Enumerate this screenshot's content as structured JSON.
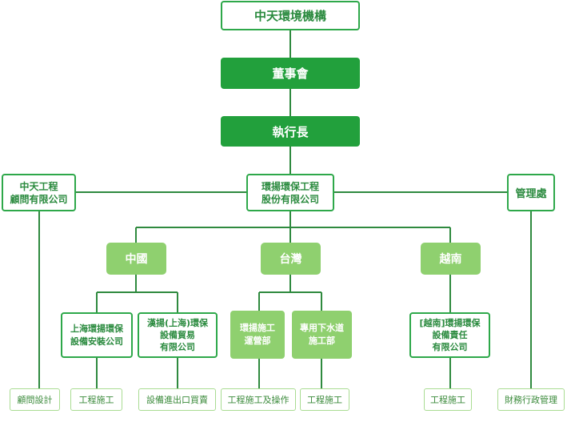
{
  "org": {
    "root": "中天環境機構",
    "board": "董事會",
    "ceo": "執行長",
    "consult_company": "中天工程\n顧問有限公司",
    "main_company": "環揚環保工程\n股份有限公司",
    "mgmt_office": "管理處",
    "china": "中國",
    "taiwan": "台灣",
    "vietnam": "越南",
    "shanghai_company": "上海環揚環保\n設備安裝公司",
    "hanyang_company": "漢揚(上海)環保\n設備貿易\n有限公司",
    "construction_dept": "環揚施工\n運營部",
    "sewer_dept": "專用下水道\n施工部",
    "vietnam_company": "[越南]環揚環保\n設備責任\n有限公司",
    "leaf_design": "顧問設計",
    "leaf_construction_1": "工程施工",
    "leaf_trade": "設備進出口買賣",
    "leaf_construction_ops": "工程施工及操作",
    "leaf_construction_2": "工程施工",
    "leaf_construction_3": "工程施工",
    "leaf_finance": "財務行政管理"
  },
  "colors": {
    "dark_green": "#22a03c",
    "light_green": "#8fd06f",
    "outline_green": "#2ea84a",
    "leaf_border": "#a9dc92",
    "line": "#2f8a3f"
  }
}
